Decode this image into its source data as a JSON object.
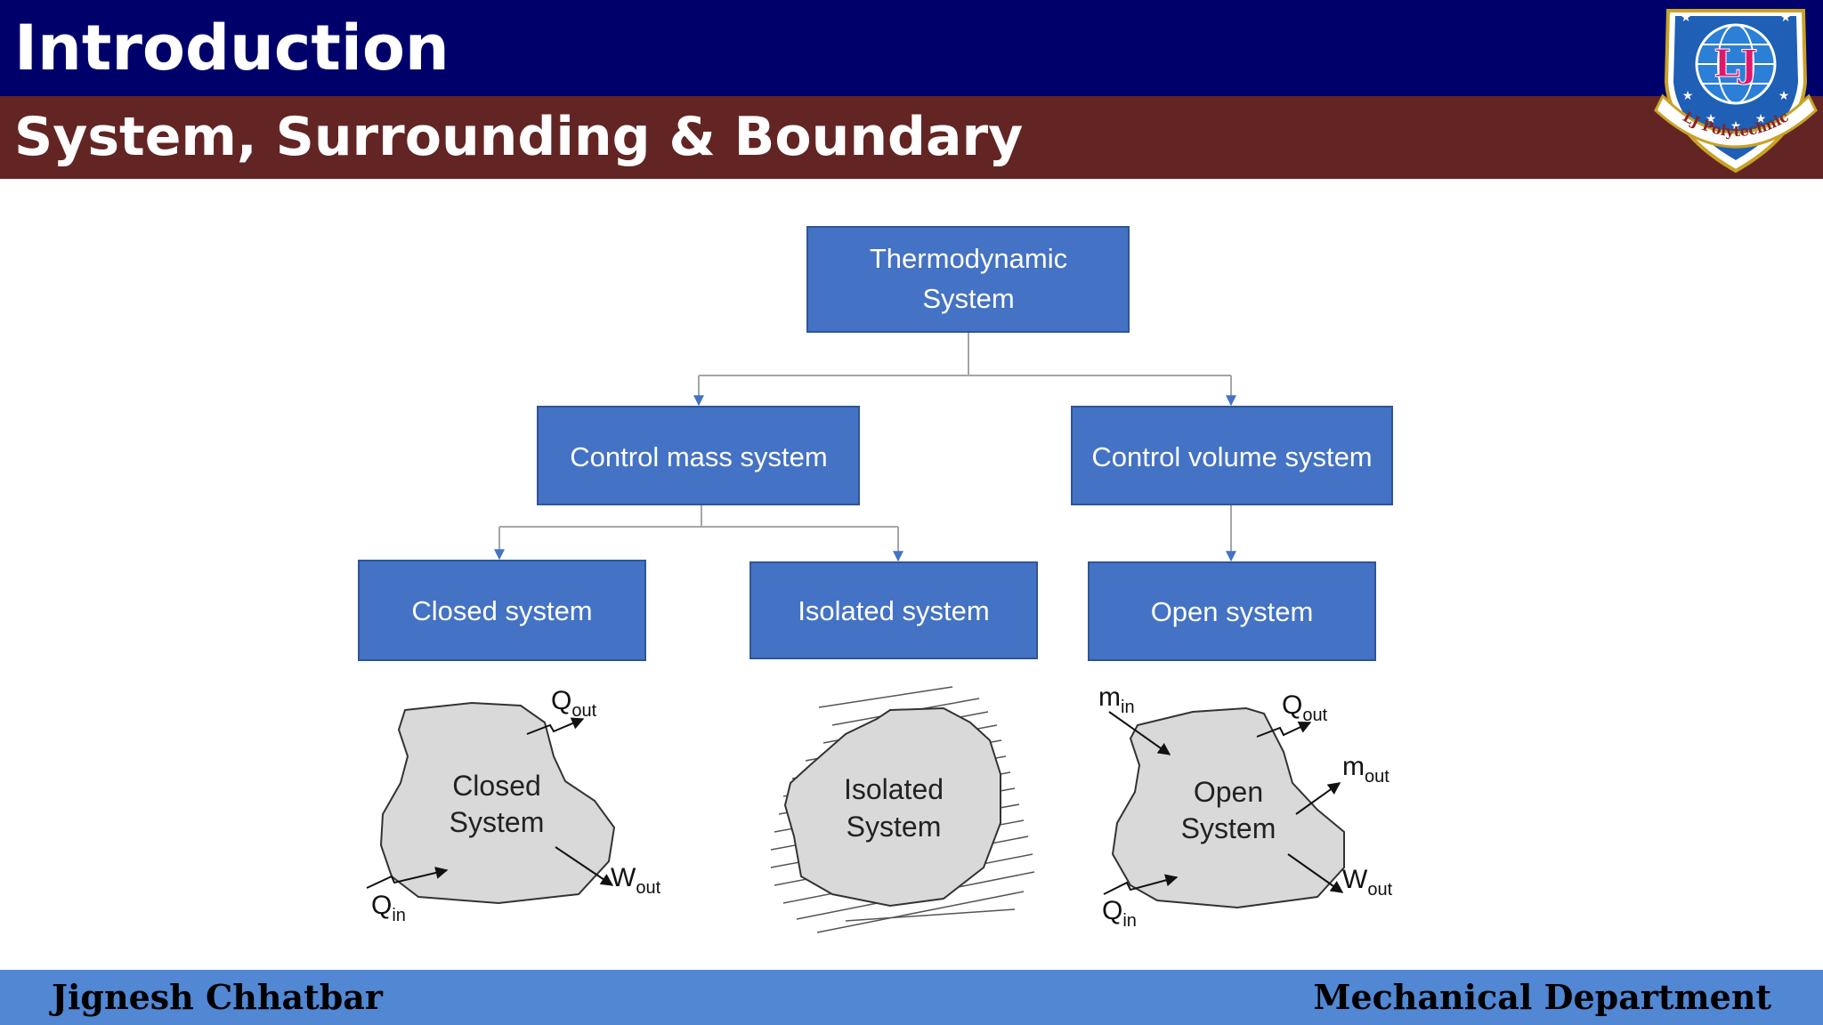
{
  "header": {
    "title": "Introduction",
    "subtitle": "System, Surrounding & Boundary",
    "logo": {
      "monogram": "LJ",
      "ribbon_text": "LJ Polytechnic"
    }
  },
  "footer": {
    "author": "Jignesh Chhatbar",
    "department": "Mechanical Department"
  },
  "diagram": {
    "root": {
      "line1": "Thermodynamic",
      "line2": "System"
    },
    "level1": {
      "mass": "Control mass system",
      "volume": "Control volume system"
    },
    "level2": {
      "closed": "Closed system",
      "isolated": "Isolated system",
      "open": "Open system"
    },
    "illustrations": {
      "closed": {
        "line1": "Closed",
        "line2": "System",
        "q_out": {
          "base": "Q",
          "sub": "out"
        },
        "q_in": {
          "base": "Q",
          "sub": "in"
        },
        "w_out": {
          "base": "W",
          "sub": "out"
        }
      },
      "isolated": {
        "line1": "Isolated",
        "line2": "System"
      },
      "open": {
        "line1": "Open",
        "line2": "System",
        "m_in": {
          "base": "m",
          "sub": "in"
        },
        "q_out": {
          "base": "Q",
          "sub": "out"
        },
        "m_out": {
          "base": "m",
          "sub": "out"
        },
        "w_out": {
          "base": "W",
          "sub": "out"
        },
        "q_in": {
          "base": "Q",
          "sub": "in"
        }
      }
    }
  },
  "colors": {
    "title_bar": "#00006b",
    "subtitle_bar": "#632523",
    "footer_bar": "#5187d3",
    "box_fill": "#4472c4",
    "box_border": "#2f5597",
    "shape_fill": "#d9d9d9"
  }
}
